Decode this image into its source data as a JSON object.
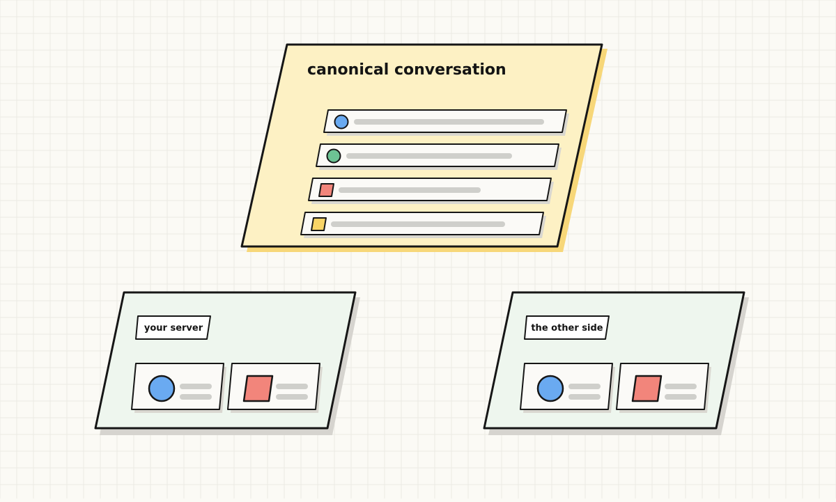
{
  "colors": {
    "background": "#fbfaf5",
    "grid": "#ebeae3",
    "outline": "#161616",
    "canonical_fill": "#fdf1c4",
    "canonical_shadow": "#f7d779",
    "side_fill": "#eef6ee",
    "side_shadow": "#d6d4cf",
    "row_fill": "#fbfaf7",
    "row_shadow": "#d9d7d0",
    "line_gray": "#cfcfcb",
    "blue": "#6aaaf1",
    "green": "#6dc394",
    "red": "#f2857b",
    "yellow": "#f8d466"
  },
  "canonical": {
    "title": "canonical conversation",
    "messages": [
      {
        "marker": "blue-circle",
        "color": "blue"
      },
      {
        "marker": "green-circle",
        "color": "green"
      },
      {
        "marker": "red-square",
        "color": "red"
      },
      {
        "marker": "yellow-square",
        "color": "yellow"
      }
    ]
  },
  "sides": [
    {
      "label": "your server",
      "cards": [
        {
          "marker": "blue-circle",
          "color": "blue"
        },
        {
          "marker": "red-square",
          "color": "red"
        }
      ]
    },
    {
      "label": "the other side",
      "cards": [
        {
          "marker": "blue-circle",
          "color": "blue"
        },
        {
          "marker": "red-square",
          "color": "red"
        }
      ]
    }
  ]
}
